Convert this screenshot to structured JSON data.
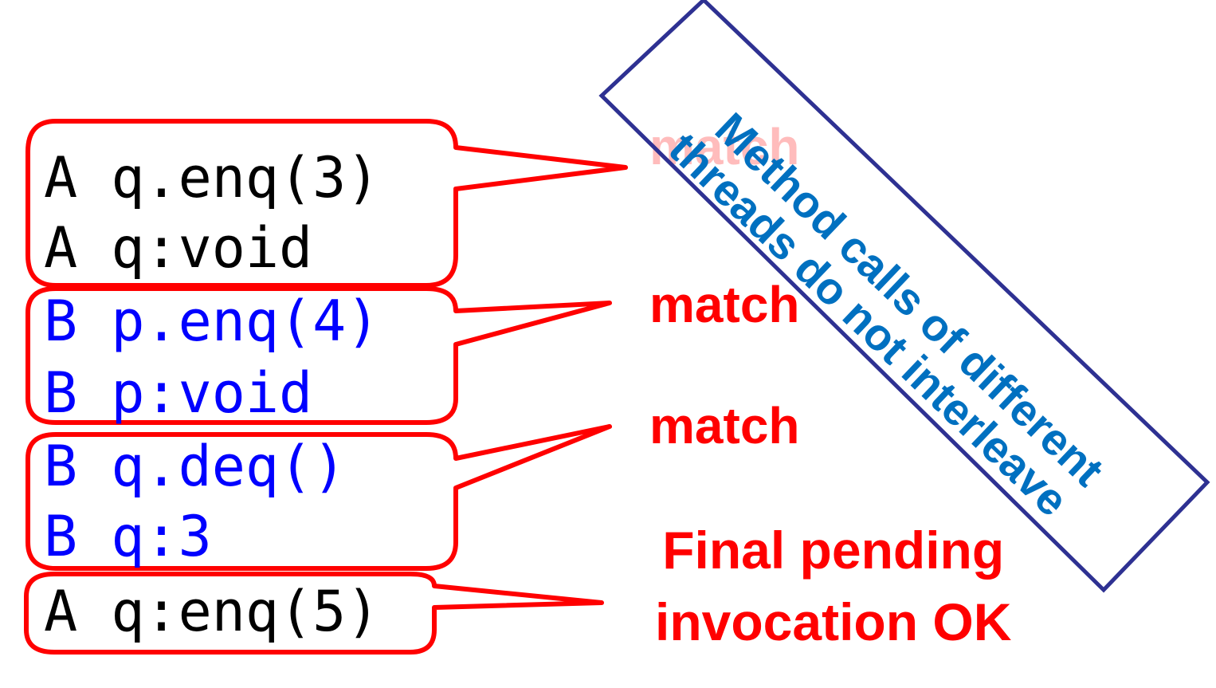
{
  "groups": [
    {
      "lines": [
        {
          "thread": "A",
          "text": "q.enq(3)"
        },
        {
          "thread": "A",
          "text": "q:void"
        }
      ]
    },
    {
      "lines": [
        {
          "thread": "B",
          "text": "p.enq(4)"
        },
        {
          "thread": "B",
          "text": "p:void"
        }
      ]
    },
    {
      "lines": [
        {
          "thread": "B",
          "text": "q.deq()"
        },
        {
          "thread": "B",
          "text": "q:3"
        }
      ]
    },
    {
      "lines": [
        {
          "thread": "A",
          "text": "q:enq(5)"
        }
      ]
    }
  ],
  "labels": {
    "match_1": "match",
    "match_2": "match",
    "match_3": "match",
    "final_line1": "Final pending",
    "final_line2": "invocation OK"
  },
  "banner": {
    "line1": "Method calls of different",
    "line2": "threads do not interleave"
  },
  "colors": {
    "outline": "#ff0000",
    "thread_a": "#000000",
    "thread_b": "#0000ff",
    "label": "#ff0000",
    "banner_text": "#0070c0",
    "banner_border": "#2e3192"
  }
}
